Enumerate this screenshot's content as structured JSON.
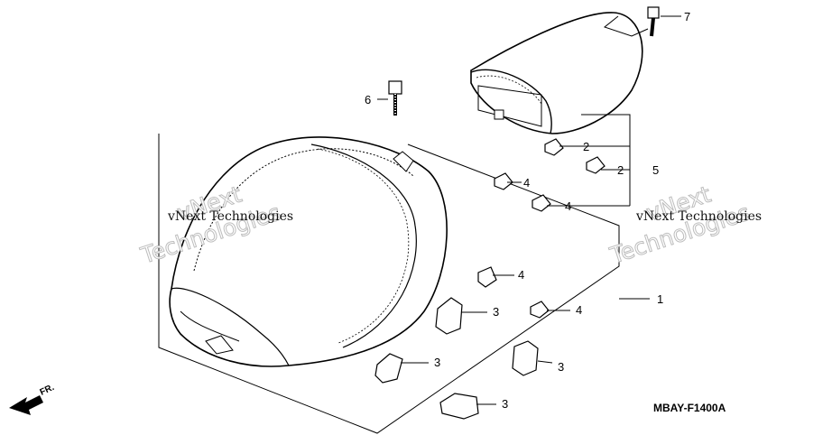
{
  "callouts": {
    "c1": "1",
    "c2a": "2",
    "c2b": "2",
    "c3a": "3",
    "c3b": "3",
    "c3c": "3",
    "c3d": "3",
    "c4a": "4",
    "c4b": "4",
    "c4c": "4",
    "c4d": "4",
    "c5": "5",
    "c6": "6",
    "c7": "7"
  },
  "watermarks": {
    "brand_small": "vNext Technologies",
    "brand_big_line1": "vNext",
    "brand_big_line2": "Technologies"
  },
  "direction_label": "FR.",
  "diagram_code": "MBAY-F1400A"
}
